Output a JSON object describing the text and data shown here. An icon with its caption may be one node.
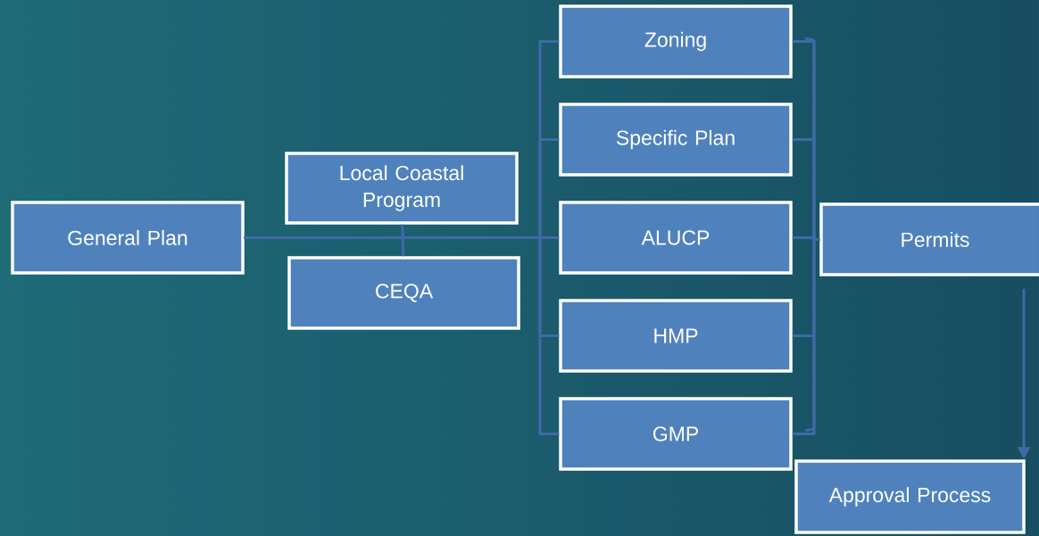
{
  "diagram": {
    "nodes": [
      {
        "text": [
          "General Plan"
        ]
      },
      {
        "text": [
          "Local Coastal Program"
        ]
      },
      {
        "text": [
          "CEQA"
        ]
      },
      {
        "text": [
          "Zoning"
        ]
      },
      {
        "text": [
          "Specific Plan"
        ]
      },
      {
        "text": [
          "ALUCP"
        ]
      },
      {
        "text": [
          "HMP"
        ]
      },
      {
        "text": [
          "GMP"
        ]
      },
      {
        "text": [
          "Permits"
        ]
      },
      {
        "text": [
          "Approval Process"
        ]
      }
    ],
    "edges": [
      {
        "from": 0,
        "to": 3,
        "arrow": "none"
      },
      {
        "from": 0,
        "to": 4,
        "arrow": "none"
      },
      {
        "from": 0,
        "to": 5,
        "arrow": "none"
      },
      {
        "from": 0,
        "to": 6,
        "arrow": "none"
      },
      {
        "from": 0,
        "to": 7,
        "arrow": "none"
      },
      {
        "from": 1,
        "to": 2,
        "arrow": "none"
      },
      {
        "from": 3,
        "to": 8,
        "arrow": "none"
      },
      {
        "from": 4,
        "to": 8,
        "arrow": "none"
      },
      {
        "from": 5,
        "to": 8,
        "arrow": "none"
      },
      {
        "from": 6,
        "to": 8,
        "arrow": "none"
      },
      {
        "from": 7,
        "to": 8,
        "arrow": "none"
      },
      {
        "from": 8,
        "to": 9,
        "arrow": "to"
      }
    ]
  }
}
